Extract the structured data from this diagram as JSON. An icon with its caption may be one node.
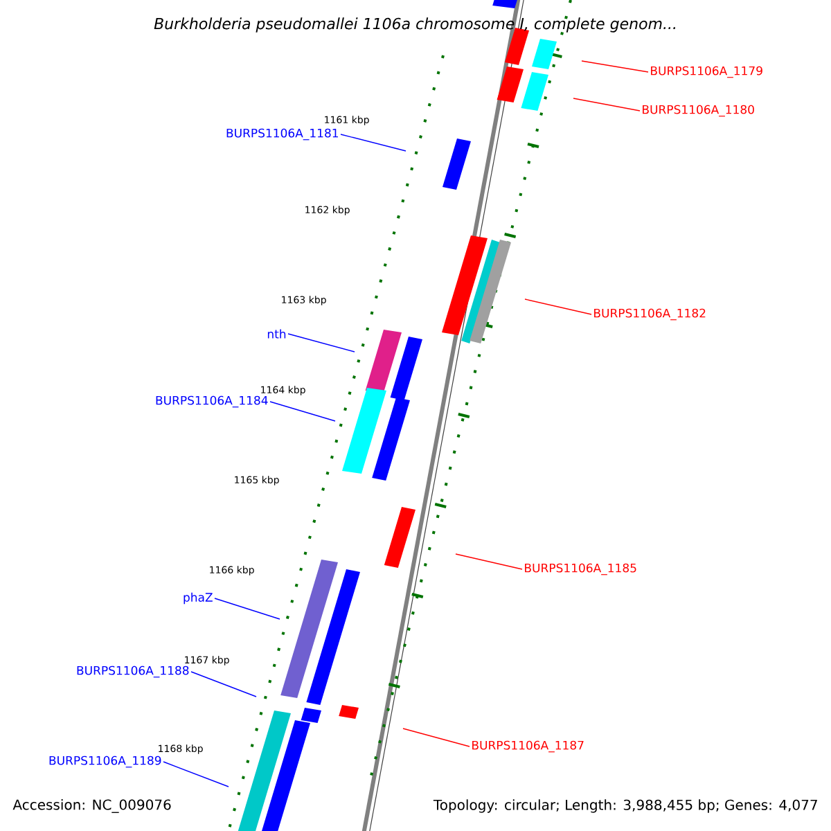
{
  "diagram": {
    "title": "Burkholderia pseudomallei 1106a chromosome I, complete genom...",
    "nodes": [
      {
        "text": [
          "BURPS1106A_1179"
        ]
      },
      {
        "text": [
          "BURPS1106A_1180"
        ]
      },
      {
        "text": [
          "BURPS1106A_1181"
        ]
      },
      {
        "text": [
          "BURPS1106A_1182"
        ]
      },
      {
        "text": [
          "nth"
        ]
      },
      {
        "text": [
          "BURPS1106A_1184"
        ]
      },
      {
        "text": [
          "BURPS1106A_1185"
        ]
      },
      {
        "text": [
          "phaZ"
        ]
      },
      {
        "text": [
          "BURPS1106A_1188"
        ]
      },
      {
        "text": [
          "BURPS1106A_1187"
        ]
      },
      {
        "text": [
          "BURPS1106A_1189"
        ]
      }
    ],
    "edges": [
      {
        "from": 0,
        "to": null,
        "arrow": "none",
        "color": "#ff0000"
      },
      {
        "from": 1,
        "to": null,
        "arrow": "none",
        "color": "#ff0000"
      },
      {
        "from": 2,
        "to": null,
        "arrow": "none"
      },
      {
        "from": 3,
        "to": null,
        "arrow": "none",
        "color": "#ff0000"
      },
      {
        "from": 4,
        "to": null,
        "arrow": "none"
      },
      {
        "from": 5,
        "to": null,
        "arrow": "none"
      },
      {
        "from": 6,
        "to": null,
        "arrow": "none",
        "color": "#ff0000"
      },
      {
        "from": 7,
        "to": null,
        "arrow": "none"
      },
      {
        "from": 8,
        "to": null,
        "arrow": "none"
      },
      {
        "from": 9,
        "to": null,
        "arrow": "none",
        "color": "#ff0000"
      },
      {
        "from": 10,
        "to": null,
        "arrow": "none"
      }
    ],
    "labels": [
      "1161 kbp",
      "1162 kbp",
      "1163 kbp",
      "1164 kbp",
      "1165 kbp",
      "1166 kbp",
      "1167 kbp",
      "1168 kbp",
      "Accession: NC_009076",
      "Topology: circular; Length: 3,988,455 bp; Genes: 4,077"
    ]
  }
}
